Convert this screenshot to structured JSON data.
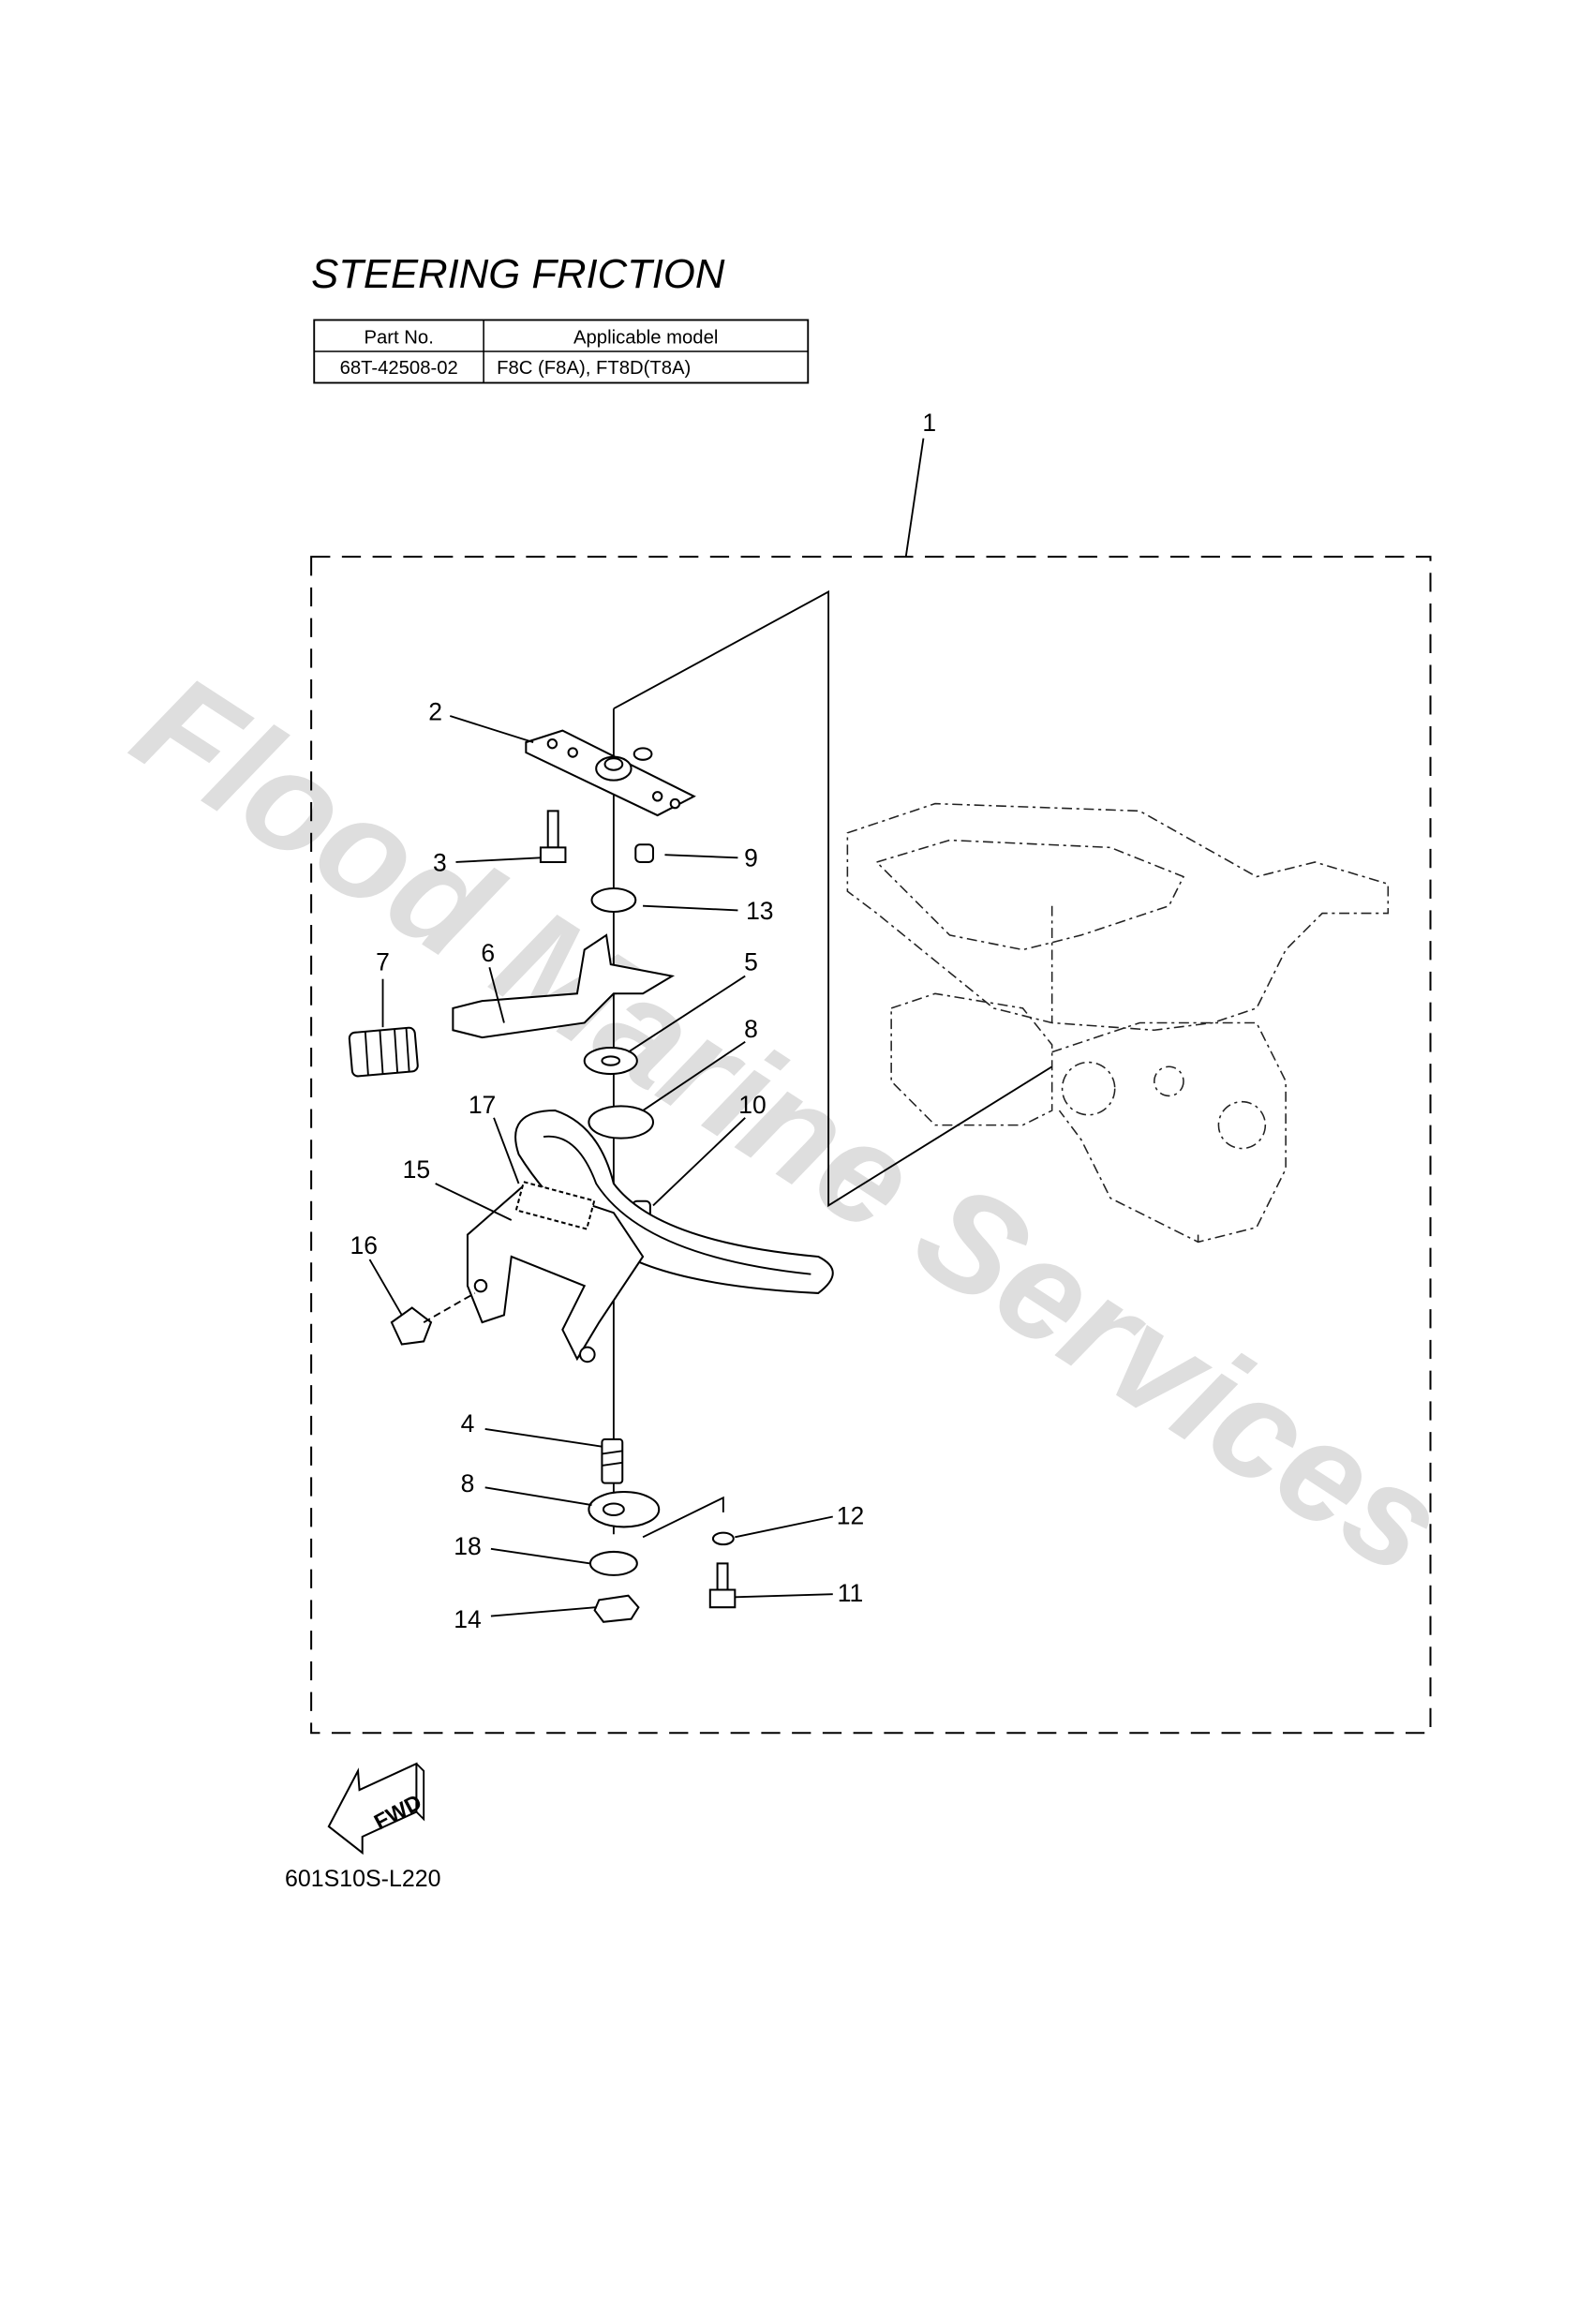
{
  "title": "STEERING FRICTION",
  "table": {
    "headers": [
      "Part No.",
      "Applicable model"
    ],
    "rows": [
      [
        "68T-42508-02",
        "F8C (F8A), FT8D(T8A)"
      ]
    ]
  },
  "callouts": [
    "1",
    "2",
    "3",
    "9",
    "13",
    "6",
    "7",
    "5",
    "8",
    "10",
    "17",
    "15",
    "16",
    "4",
    "8",
    "18",
    "14",
    "12",
    "11"
  ],
  "fwd_label": "FWD",
  "diagram_code": "601S10S-L220",
  "watermark": "Flood Marine Services"
}
